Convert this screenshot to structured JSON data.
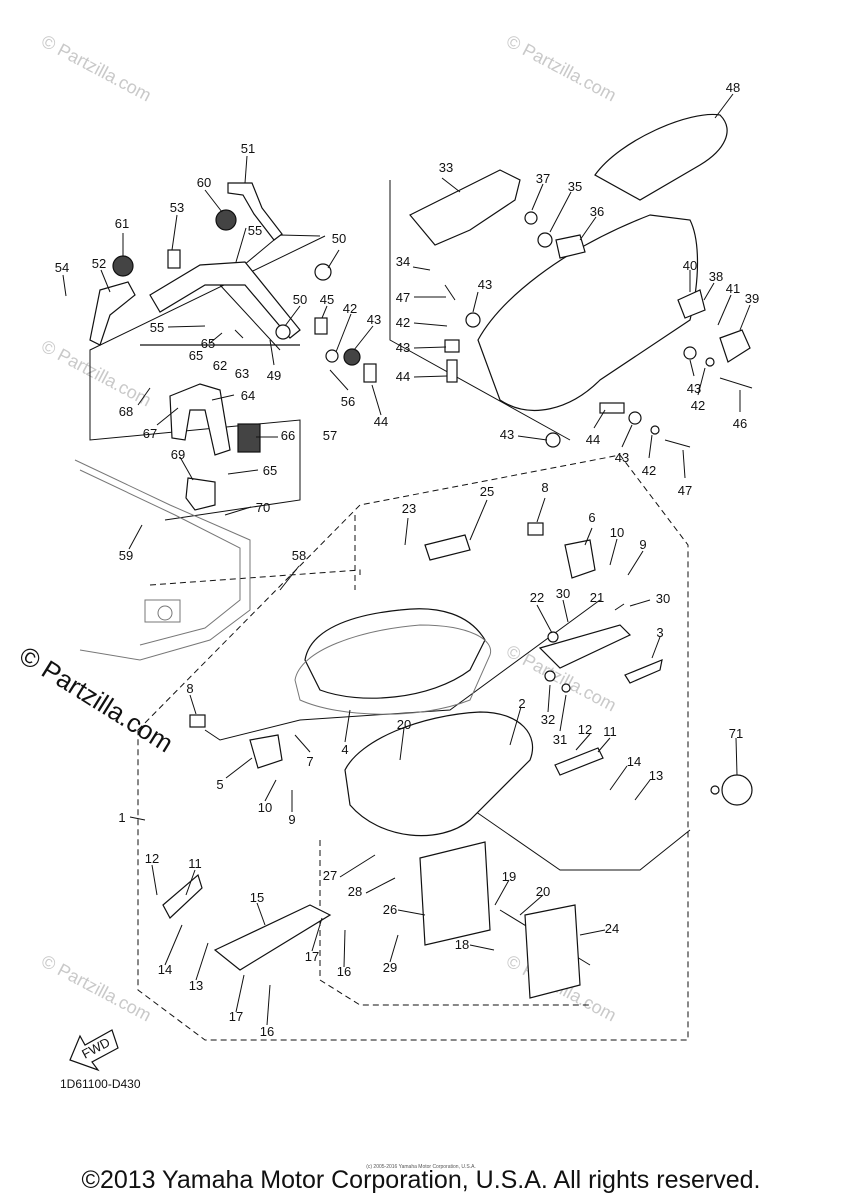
{
  "diagram": {
    "code": "1D61100-D430",
    "copyright": "©2013 Yamaha Motor Corporation, U.S.A. All rights reserved.",
    "small_copyright": "(c) 2005-2016 Yamaha Motor Corporation, U.S.A.",
    "watermark_main": "© Partzilla.com",
    "watermark_light": "© Partzilla.com",
    "fwd_label": "FWD"
  },
  "callouts": [
    {
      "id": "c1",
      "label": "1"
    },
    {
      "id": "c2",
      "label": "2"
    },
    {
      "id": "c3",
      "label": "3"
    },
    {
      "id": "c4",
      "label": "4"
    },
    {
      "id": "c5",
      "label": "5"
    },
    {
      "id": "c6",
      "label": "6"
    },
    {
      "id": "c7",
      "label": "7"
    },
    {
      "id": "c8a",
      "label": "8"
    },
    {
      "id": "c8b",
      "label": "8"
    },
    {
      "id": "c9a",
      "label": "9"
    },
    {
      "id": "c9b",
      "label": "9"
    },
    {
      "id": "c10a",
      "label": "10"
    },
    {
      "id": "c10b",
      "label": "10"
    },
    {
      "id": "c11a",
      "label": "11"
    },
    {
      "id": "c11b",
      "label": "11"
    },
    {
      "id": "c12a",
      "label": "12"
    },
    {
      "id": "c12b",
      "label": "12"
    },
    {
      "id": "c13a",
      "label": "13"
    },
    {
      "id": "c13b",
      "label": "13"
    },
    {
      "id": "c14a",
      "label": "14"
    },
    {
      "id": "c14b",
      "label": "14"
    },
    {
      "id": "c15",
      "label": "15"
    },
    {
      "id": "c16a",
      "label": "16"
    },
    {
      "id": "c16b",
      "label": "16"
    },
    {
      "id": "c17a",
      "label": "17"
    },
    {
      "id": "c17b",
      "label": "17"
    },
    {
      "id": "c18",
      "label": "18"
    },
    {
      "id": "c19",
      "label": "19"
    },
    {
      "id": "c20a",
      "label": "20"
    },
    {
      "id": "c20b",
      "label": "20"
    },
    {
      "id": "c21",
      "label": "21"
    },
    {
      "id": "c22",
      "label": "22"
    },
    {
      "id": "c23",
      "label": "23"
    },
    {
      "id": "c24",
      "label": "24"
    },
    {
      "id": "c25",
      "label": "25"
    },
    {
      "id": "c26",
      "label": "26"
    },
    {
      "id": "c27",
      "label": "27"
    },
    {
      "id": "c28",
      "label": "28"
    },
    {
      "id": "c29",
      "label": "29"
    },
    {
      "id": "c30a",
      "label": "30"
    },
    {
      "id": "c30b",
      "label": "30"
    },
    {
      "id": "c31",
      "label": "31"
    },
    {
      "id": "c32",
      "label": "32"
    },
    {
      "id": "c33",
      "label": "33"
    },
    {
      "id": "c34",
      "label": "34"
    },
    {
      "id": "c35",
      "label": "35"
    },
    {
      "id": "c36",
      "label": "36"
    },
    {
      "id": "c37",
      "label": "37"
    },
    {
      "id": "c38",
      "label": "38"
    },
    {
      "id": "c39",
      "label": "39"
    },
    {
      "id": "c40",
      "label": "40"
    },
    {
      "id": "c41",
      "label": "41"
    },
    {
      "id": "c42a",
      "label": "42"
    },
    {
      "id": "c42b",
      "label": "42"
    },
    {
      "id": "c42c",
      "label": "42"
    },
    {
      "id": "c42d",
      "label": "42"
    },
    {
      "id": "c43a",
      "label": "43"
    },
    {
      "id": "c43b",
      "label": "43"
    },
    {
      "id": "c43c",
      "label": "43"
    },
    {
      "id": "c43d",
      "label": "43"
    },
    {
      "id": "c43e",
      "label": "43"
    },
    {
      "id": "c43f",
      "label": "43"
    },
    {
      "id": "c44a",
      "label": "44"
    },
    {
      "id": "c44b",
      "label": "44"
    },
    {
      "id": "c44c",
      "label": "44"
    },
    {
      "id": "c45",
      "label": "45"
    },
    {
      "id": "c46",
      "label": "46"
    },
    {
      "id": "c47a",
      "label": "47"
    },
    {
      "id": "c47b",
      "label": "47"
    },
    {
      "id": "c48",
      "label": "48"
    },
    {
      "id": "c49",
      "label": "49"
    },
    {
      "id": "c50a",
      "label": "50"
    },
    {
      "id": "c50b",
      "label": "50"
    },
    {
      "id": "c51",
      "label": "51"
    },
    {
      "id": "c52",
      "label": "52"
    },
    {
      "id": "c53",
      "label": "53"
    },
    {
      "id": "c54",
      "label": "54"
    },
    {
      "id": "c55a",
      "label": "55"
    },
    {
      "id": "c55b",
      "label": "55"
    },
    {
      "id": "c56",
      "label": "56"
    },
    {
      "id": "c57",
      "label": "57"
    },
    {
      "id": "c58",
      "label": "58"
    },
    {
      "id": "c59",
      "label": "59"
    },
    {
      "id": "c60",
      "label": "60"
    },
    {
      "id": "c61",
      "label": "61"
    },
    {
      "id": "c62",
      "label": "62"
    },
    {
      "id": "c63",
      "label": "63"
    },
    {
      "id": "c64",
      "label": "64"
    },
    {
      "id": "c65a",
      "label": "65"
    },
    {
      "id": "c65b",
      "label": "65"
    },
    {
      "id": "c65c",
      "label": "65"
    },
    {
      "id": "c66",
      "label": "66"
    },
    {
      "id": "c67",
      "label": "67"
    },
    {
      "id": "c68",
      "label": "68"
    },
    {
      "id": "c69",
      "label": "69"
    },
    {
      "id": "c70",
      "label": "70"
    },
    {
      "id": "c71",
      "label": "71"
    }
  ]
}
